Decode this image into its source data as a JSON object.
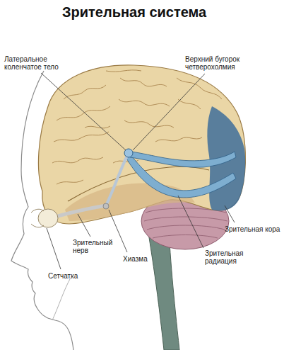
{
  "diagram": {
    "title": "Зрительная система",
    "labels": [
      "Латеральное коленчатое тело",
      "Верхний бугорок четверохолмия",
      "Зрительная кора",
      "Зрительный нерв",
      "Хиазма",
      "Зрительная радиация",
      "Сетчатка"
    ]
  }
}
